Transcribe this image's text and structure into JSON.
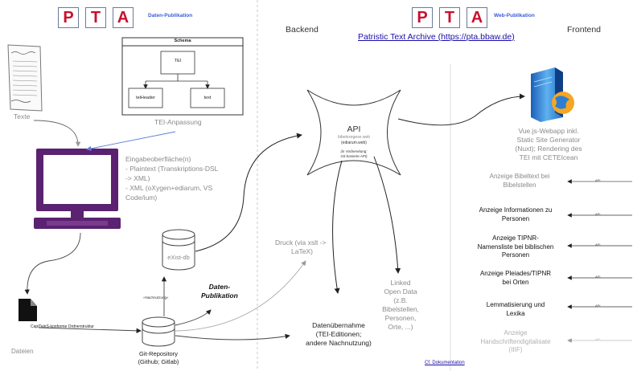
{
  "logo": {
    "letters": [
      "P",
      "T",
      "A"
    ]
  },
  "header": {
    "daten_publikation": "Daten-Publikation",
    "web_publikation": "Web-Publikation",
    "pta_link": "Patristic Text Archive (https://pta.bbaw.de)",
    "backend": "Backend",
    "frontend": "Frontend"
  },
  "schema": {
    "title": "Schema",
    "tei": "TEI",
    "teiheader": "teiHeader",
    "text": "text",
    "caption": "TEI-Anpassung"
  },
  "left": {
    "texte": "Texte",
    "eingabe_lines": [
      "Eingabeoberfläche(n)",
      "- Plaintext (Transkriptions-DSL",
      "-> XML)",
      "- XML (oXygen+ediarum, VS",
      "Code/ium)"
    ],
    "existdb": "eXist-db",
    "nachnutzung": "»Nachnutzung«",
    "daten_pub_lines": [
      "Daten-",
      "Publikation"
    ],
    "dateien": "Dateien",
    "ordnerstruktur": "CapiTainS-konforme Ordnerstruktur",
    "git_lines": [
      "Git-Repository",
      "(Github; Gitlab)"
    ]
  },
  "api": {
    "label": "API",
    "sub1": "bibelexegese.web",
    "sub2": "(ediarum.web)",
    "sub3": "(in Vorbereitung:",
    "sub4": "Git-basierte API)"
  },
  "backend_items": {
    "druck_lines": [
      "Druck (via xslt ->",
      "LaTeX)"
    ],
    "linked_lines": [
      "Linked",
      "Open Data",
      "(z.B.",
      "Bibelstellen,",
      "Personen,",
      "Orte, ...)"
    ],
    "daten_lines": [
      "Datenübernahme",
      "(TEI-Editionen;",
      "andere Nachnutzung)"
    ]
  },
  "frontend": {
    "vue_lines": [
      "Vue.js-Webapp inkl.",
      "Static Site Generator",
      "(Nuxt); Rendering des",
      "TEI mit CETEIcean"
    ],
    "api_tag": "API",
    "items": [
      {
        "lines": [
          "Anzeige Bibeltext bei",
          "Bibelstellen"
        ],
        "state": "gray"
      },
      {
        "lines": [
          "Anzeige Informationen zu",
          "Personen"
        ],
        "state": "black"
      },
      {
        "lines": [
          "Anzeige TIPNR-",
          "Namensliste bei biblischen",
          "Personen"
        ],
        "state": "black"
      },
      {
        "lines": [
          "Anzeige Pleiades/TIPNR",
          "bei Orten"
        ],
        "state": "black"
      },
      {
        "lines": [
          "Lemmatisierung und",
          "Lexika"
        ],
        "state": "black"
      },
      {
        "lines": [
          "Anzeige",
          "Handschriftendigitalisate",
          "(IIIF)"
        ],
        "state": "dim"
      }
    ],
    "doc_link": "Cf. Dokumentation"
  }
}
